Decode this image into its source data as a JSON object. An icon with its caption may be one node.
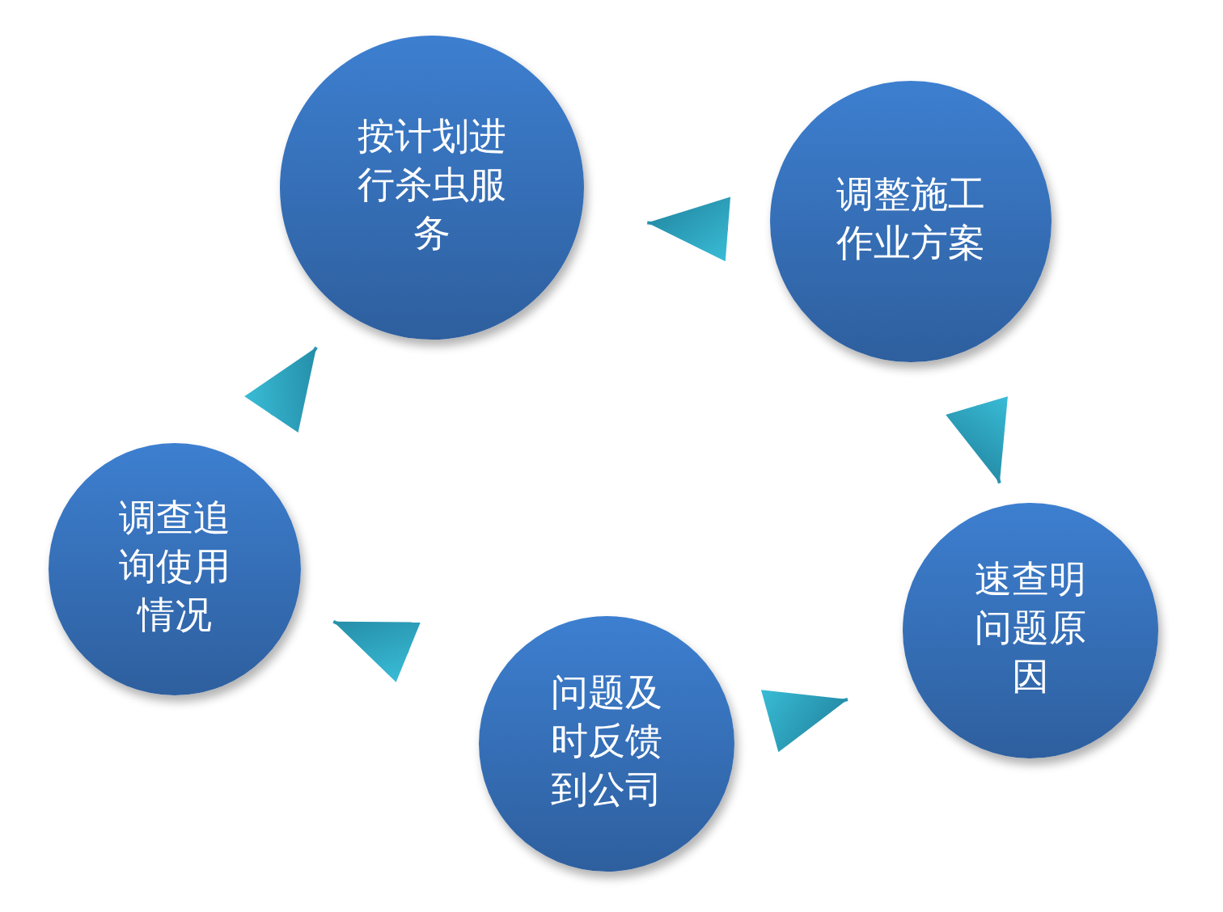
{
  "diagram": {
    "nodes": [
      {
        "text": [
          "按计划进行杀虫服务"
        ]
      },
      {
        "text": [
          "调整施工作业方案"
        ]
      },
      {
        "text": [
          "速查明问题原因"
        ]
      },
      {
        "text": [
          "问题及时反馈到公司"
        ]
      },
      {
        "text": [
          "调查追询使用情况"
        ]
      }
    ],
    "edges": [
      {
        "from": 4,
        "to": 0,
        "arrow": "to"
      },
      {
        "from": 1,
        "to": 0,
        "arrow": "to"
      },
      {
        "from": 1,
        "to": 2,
        "arrow": "to"
      },
      {
        "from": 3,
        "to": 2,
        "arrow": "to"
      },
      {
        "from": 3,
        "to": 4,
        "arrow": "to"
      }
    ]
  }
}
